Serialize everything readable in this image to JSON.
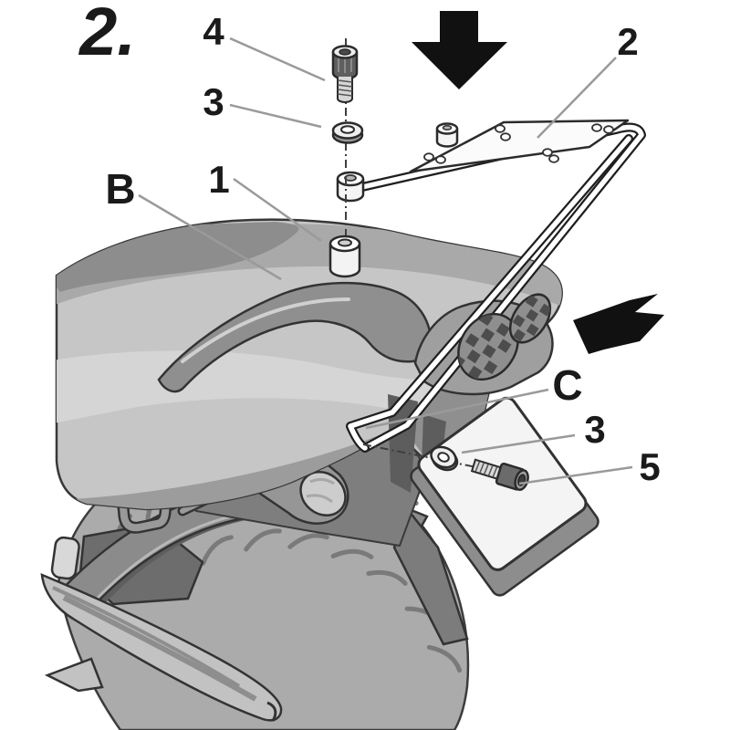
{
  "figure": {
    "step_label": "2.",
    "callouts": {
      "screw_top": "4",
      "washer_top": "3",
      "spacer": "1",
      "grab_handle": "B",
      "rack": "2",
      "hook": "C",
      "washer_bottom": "3",
      "screw_bottom": "5"
    }
  },
  "colors": {
    "ink": "#1f1f1f",
    "paper": "#ffffff",
    "leader_gray": "#9a9a9a",
    "body_light": "#d6d6d6",
    "body_mid": "#a9a9a9",
    "body_dark": "#8d8d8d",
    "shadow_dark": "#6d6d6d",
    "tire_gray": "#ababab",
    "part_white": "#f3f3f3"
  }
}
